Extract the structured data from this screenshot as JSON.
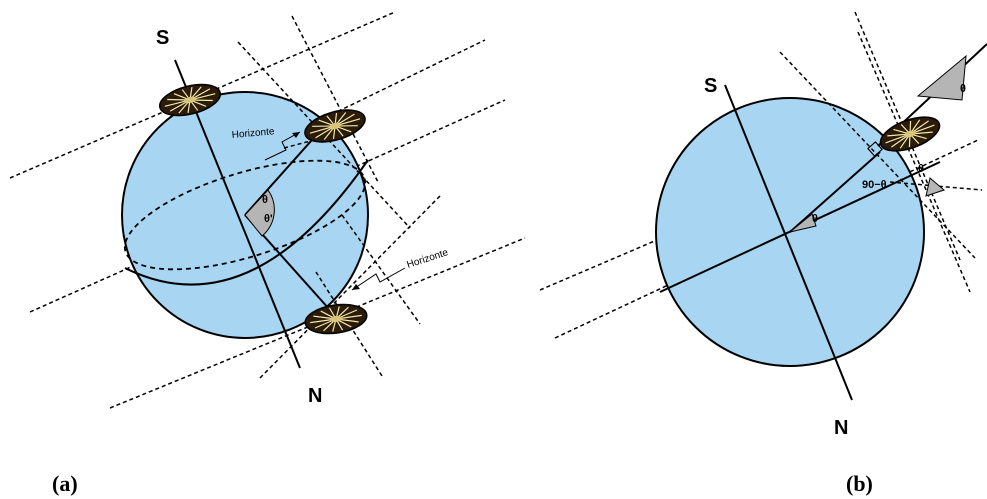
{
  "panels": {
    "a": {
      "panel_label": "(a)",
      "pole_south": "S",
      "pole_north": "N",
      "horizon_label_top": "Horizonte",
      "horizon_label_bottom": "Horizonte",
      "angle_theta": "θ",
      "angle_theta_prime": "θ'"
    },
    "b": {
      "panel_label": "(b)",
      "pole_south": "S",
      "pole_north": "N",
      "angle_theta_top": "θ",
      "angle_theta_center": "θ",
      "angle_theta_right": "θ",
      "angle_complement": "90−θ"
    }
  },
  "colors": {
    "sphere": "#a8d5f2",
    "angle_wedge": "#b5b5b5",
    "sundial_disc": "#2b1b0a",
    "sundial_rays": "#f5e9a6"
  },
  "icons": [
    "sundial-icon"
  ]
}
